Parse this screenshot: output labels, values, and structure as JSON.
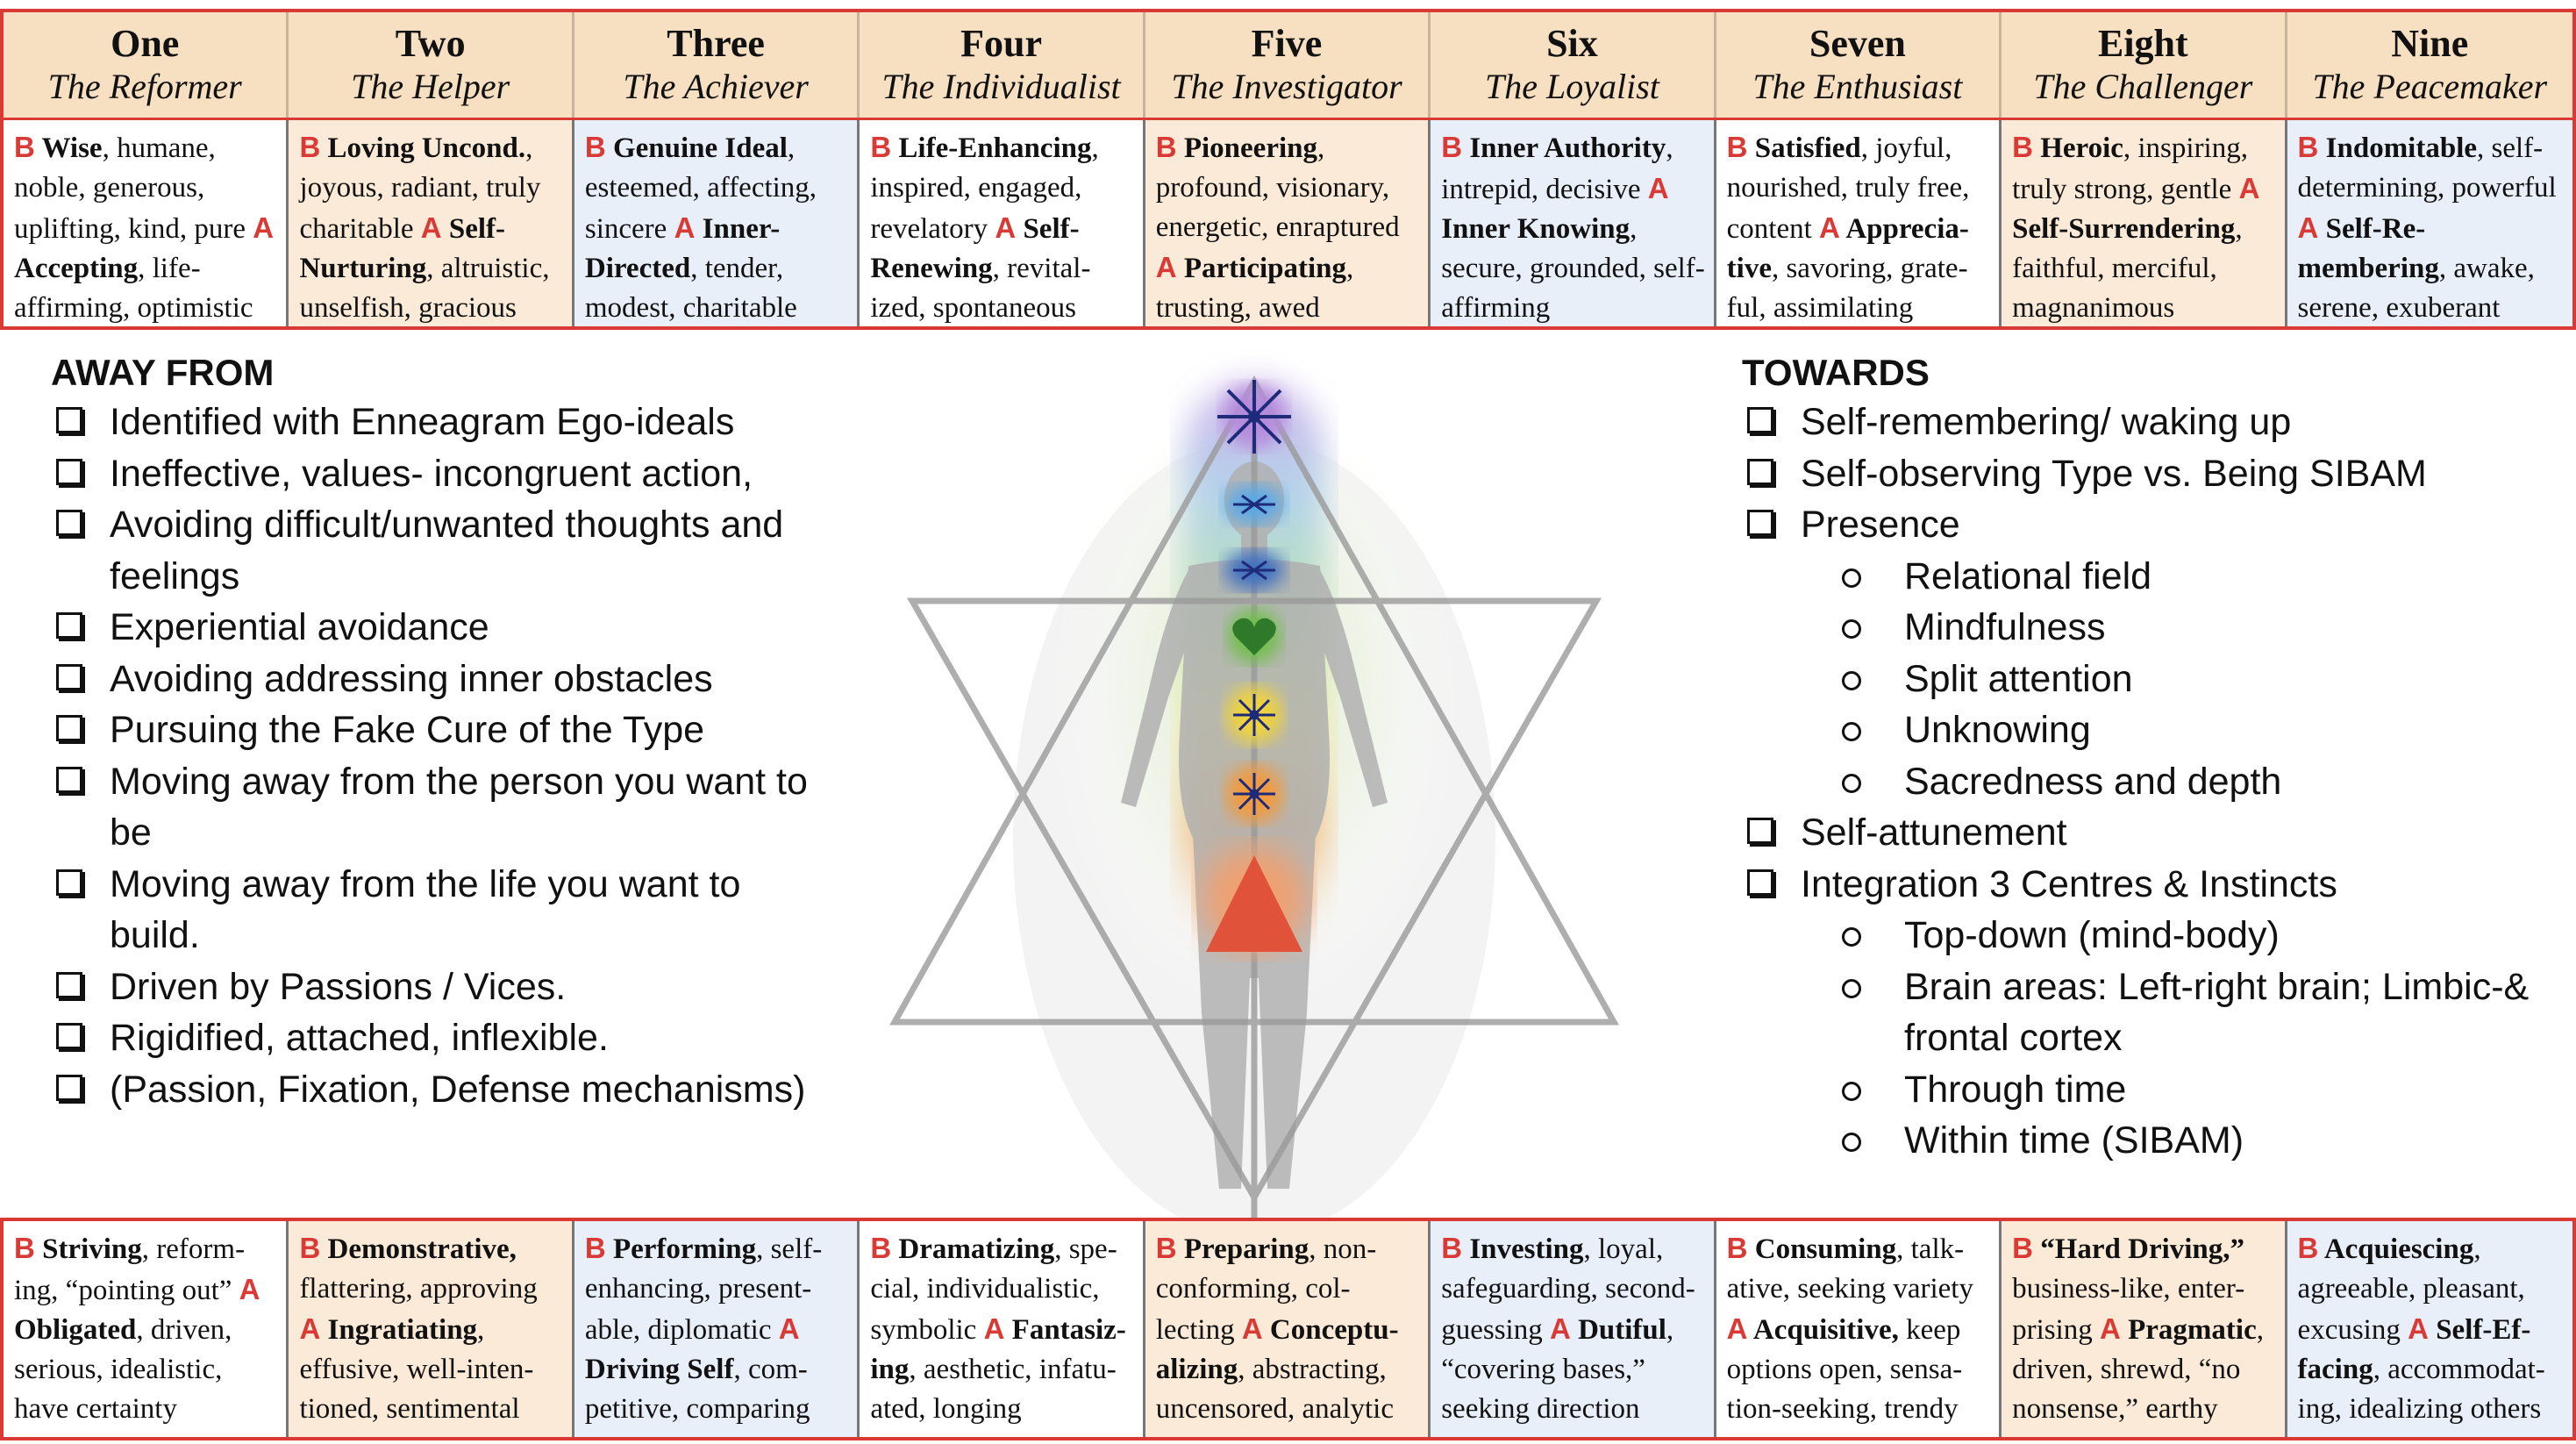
{
  "types": [
    {
      "number": "One",
      "name": "The Reformer"
    },
    {
      "number": "Two",
      "name": "The Helper"
    },
    {
      "number": "Three",
      "name": "The Achiever"
    },
    {
      "number": "Four",
      "name": "The Individualist"
    },
    {
      "number": "Five",
      "name": "The Investigator"
    },
    {
      "number": "Six",
      "name": "The Loyalist"
    },
    {
      "number": "Seven",
      "name": "The Enthusiast"
    },
    {
      "number": "Eight",
      "name": "The Challenger"
    },
    {
      "number": "Nine",
      "name": "The Peacemaker"
    }
  ],
  "top_cells": [
    [
      {
        "t": "B",
        "s": "lt"
      },
      {
        "t": " Wise",
        "s": "b"
      },
      {
        "t": ", humane, noble, generous, uplifting, kind, pure "
      },
      {
        "t": "A",
        "s": "lt"
      },
      {
        "t": " Accepting",
        "s": "b"
      },
      {
        "t": ", life-affirming, optimistic"
      }
    ],
    [
      {
        "t": "B",
        "s": "lt"
      },
      {
        "t": " Loving Uncond.",
        "s": "b"
      },
      {
        "t": ", joyous, radiant, truly charitable "
      },
      {
        "t": "A",
        "s": "lt"
      },
      {
        "t": " Self-Nurturing",
        "s": "b"
      },
      {
        "t": ", altruistic, unselfish, gracious"
      }
    ],
    [
      {
        "t": "B",
        "s": "lt"
      },
      {
        "t": " Genuine Ideal",
        "s": "b"
      },
      {
        "t": ", esteemed, affecting, sincere "
      },
      {
        "t": "A",
        "s": "lt"
      },
      {
        "t": " Inner-Directed",
        "s": "b"
      },
      {
        "t": ", tender, modest, charitable"
      }
    ],
    [
      {
        "t": "B",
        "s": "lt"
      },
      {
        "t": " Life-Enhancing",
        "s": "b"
      },
      {
        "t": ", inspired, engaged, revelatory "
      },
      {
        "t": "A",
        "s": "lt"
      },
      {
        "t": " Self-Renewing",
        "s": "b"
      },
      {
        "t": ", revital-ized, spontaneous"
      }
    ],
    [
      {
        "t": "B",
        "s": "lt"
      },
      {
        "t": " Pioneering",
        "s": "b"
      },
      {
        "t": ", profound, visionary, energetic, enraptured "
      },
      {
        "t": "A",
        "s": "lt"
      },
      {
        "t": " Participating",
        "s": "b"
      },
      {
        "t": ", trusting, awed"
      }
    ],
    [
      {
        "t": "B",
        "s": "lt"
      },
      {
        "t": " Inner Authority",
        "s": "b"
      },
      {
        "t": ", intrepid, decisive "
      },
      {
        "t": "A",
        "s": "lt"
      },
      {
        "t": " Inner Knowing",
        "s": "b"
      },
      {
        "t": ", secure, grounded, self-affirming"
      }
    ],
    [
      {
        "t": "B",
        "s": "lt"
      },
      {
        "t": " Satisfied",
        "s": "b"
      },
      {
        "t": ", joyful, nourished, truly free, content "
      },
      {
        "t": "A",
        "s": "lt"
      },
      {
        "t": " Apprecia-tive",
        "s": "b"
      },
      {
        "t": ", savoring, grate-ful, assimilating"
      }
    ],
    [
      {
        "t": "B",
        "s": "lt"
      },
      {
        "t": " Heroic",
        "s": "b"
      },
      {
        "t": ", inspiring, truly strong, gentle "
      },
      {
        "t": "A",
        "s": "lt"
      },
      {
        "t": " Self-Surrendering",
        "s": "b"
      },
      {
        "t": ", faithful, merciful, magnanimous"
      }
    ],
    [
      {
        "t": "B",
        "s": "lt"
      },
      {
        "t": " Indomitable",
        "s": "b"
      },
      {
        "t": ", self-determining, powerful "
      },
      {
        "t": "A",
        "s": "lt"
      },
      {
        "t": " Self-Re-membering",
        "s": "b"
      },
      {
        "t": ", awake, serene, exuberant"
      }
    ]
  ],
  "bottom_cells": [
    [
      {
        "t": "B",
        "s": "lt"
      },
      {
        "t": " Striving",
        "s": "b"
      },
      {
        "t": ", reform-ing, “pointing out” "
      },
      {
        "t": "A",
        "s": "lt"
      },
      {
        "t": " Obligated",
        "s": "b"
      },
      {
        "t": ", driven, serious, idealistic, have certainty"
      }
    ],
    [
      {
        "t": "B",
        "s": "lt"
      },
      {
        "t": " Demonstrative,",
        "s": "b"
      },
      {
        "t": " flattering, approving "
      },
      {
        "t": "A",
        "s": "lt"
      },
      {
        "t": " Ingratiating",
        "s": "b"
      },
      {
        "t": ", effusive, well-inten-tioned, sentimental"
      }
    ],
    [
      {
        "t": "B",
        "s": "lt"
      },
      {
        "t": " Performing",
        "s": "b"
      },
      {
        "t": ", self-enhancing, present-able, diplomatic "
      },
      {
        "t": "A",
        "s": "lt"
      },
      {
        "t": " Driving Self",
        "s": "b"
      },
      {
        "t": ", com-petitive, comparing"
      }
    ],
    [
      {
        "t": "B",
        "s": "lt"
      },
      {
        "t": " Dramatizing",
        "s": "b"
      },
      {
        "t": ", spe-cial, individualistic, symbolic "
      },
      {
        "t": "A",
        "s": "lt"
      },
      {
        "t": " Fantasiz-ing",
        "s": "b"
      },
      {
        "t": ", aesthetic, infatu-ated, longing"
      }
    ],
    [
      {
        "t": "B",
        "s": "lt"
      },
      {
        "t": " Preparing",
        "s": "b"
      },
      {
        "t": ", non-conforming, col-lecting "
      },
      {
        "t": "A",
        "s": "lt"
      },
      {
        "t": " Conceptu-alizing",
        "s": "b"
      },
      {
        "t": ", abstracting, uncensored, analytic"
      }
    ],
    [
      {
        "t": "B",
        "s": "lt"
      },
      {
        "t": " Investing",
        "s": "b"
      },
      {
        "t": ", loyal, safeguarding, second-guessing "
      },
      {
        "t": "A",
        "s": "lt"
      },
      {
        "t": " Dutiful",
        "s": "b"
      },
      {
        "t": ", “covering bases,” seeking direction"
      }
    ],
    [
      {
        "t": "B",
        "s": "lt"
      },
      {
        "t": " Consuming",
        "s": "b"
      },
      {
        "t": ", talk-ative, seeking variety "
      },
      {
        "t": "A",
        "s": "lt"
      },
      {
        "t": " Acquisitive,",
        "s": "b"
      },
      {
        "t": " keep options open, sensa-tion-seeking, trendy"
      }
    ],
    [
      {
        "t": "B",
        "s": "lt"
      },
      {
        "t": " “Hard Driving,”",
        "s": "b"
      },
      {
        "t": " business-like, enter-prising "
      },
      {
        "t": "A",
        "s": "lt"
      },
      {
        "t": " Pragmatic",
        "s": "b"
      },
      {
        "t": ", driven, shrewd, “no nonsense,” earthy"
      }
    ],
    [
      {
        "t": "B",
        "s": "lt"
      },
      {
        "t": " Acquiescing",
        "s": "b"
      },
      {
        "t": ", agreeable, pleasant, excusing "
      },
      {
        "t": "A",
        "s": "lt"
      },
      {
        "t": " Self-Ef-facing",
        "s": "b"
      },
      {
        "t": ", accommodat-ing, idealizing others"
      }
    ]
  ],
  "away": {
    "heading": "AWAY FROM",
    "items": [
      "Identified with Enneagram Ego-ideals",
      "Ineffective, values- incongruent action,",
      "Avoiding difficult/unwanted thoughts and feelings",
      "Experiential avoidance",
      "Avoiding addressing inner obstacles",
      "Pursuing the Fake Cure of the Type",
      "Moving away from the person you want to be",
      "Moving away from the life you want to build.",
      "Driven by Passions / Vices.",
      "Rigidified, attached, inflexible.",
      "(Passion, Fixation, Defense mechanisms)"
    ]
  },
  "towards": {
    "heading": "TOWARDS",
    "items": [
      {
        "text": "Self-remembering/ waking up",
        "level": 1
      },
      {
        "text": "Self-observing Type vs. Being SIBAM",
        "level": 1
      },
      {
        "text": "Presence",
        "level": 1
      },
      {
        "text": "Relational field",
        "level": 2
      },
      {
        "text": "Mindfulness",
        "level": 2
      },
      {
        "text": "Split attention",
        "level": 2
      },
      {
        "text": "Unknowing",
        "level": 2
      },
      {
        "text": "Sacredness and depth",
        "level": 2
      },
      {
        "text": "Self-attunement",
        "level": 1
      },
      {
        "text": "Integration 3 Centres & Instincts",
        "level": 1
      },
      {
        "text": "Top-down (mind-body)",
        "level": 2
      },
      {
        "text": "Brain areas: Left-right brain; Limbic-& frontal cortex",
        "level": 2
      },
      {
        "text": "Through time",
        "level": 2
      },
      {
        "text": "Within time (SIBAM)",
        "level": 2
      }
    ]
  },
  "colors": {
    "accent_red": "#d93a35",
    "header_bg": "#f7dfc2",
    "cell_peach": "#fbead7",
    "cell_blue": "#e8eff9"
  },
  "figure_icons": [
    "crown-chakra-icon",
    "third-eye-chakra-icon",
    "throat-chakra-icon",
    "heart-chakra-icon",
    "solar-plexus-chakra-icon",
    "sacral-chakra-icon",
    "root-chakra-icon"
  ]
}
